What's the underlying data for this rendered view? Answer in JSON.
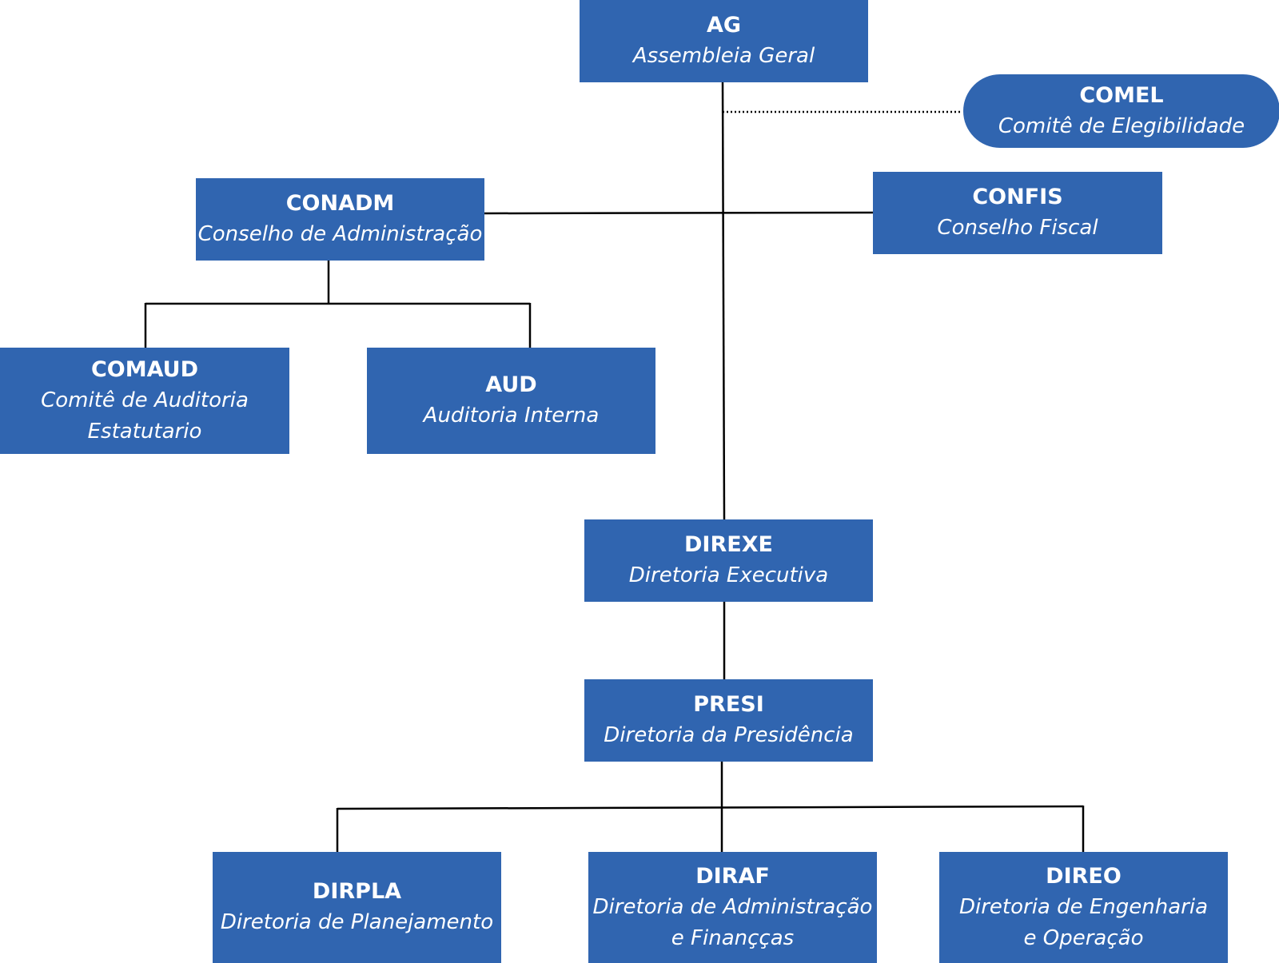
{
  "nodes": [
    {
      "id": "ag",
      "code": "AG",
      "name": "Assembleia Geral"
    },
    {
      "id": "comel",
      "code": "COMEL",
      "name": "Comitê de Elegibilidade"
    },
    {
      "id": "conadm",
      "code": "CONADM",
      "name": "Conselho de Administração"
    },
    {
      "id": "confis",
      "code": "CONFIS",
      "name": "Conselho Fiscal"
    },
    {
      "id": "comaud",
      "code": "COMAUD",
      "name": "Comitê de Auditoria\nEstatutario"
    },
    {
      "id": "aud",
      "code": "AUD",
      "name": "Auditoria Interna"
    },
    {
      "id": "direxe",
      "code": "DIREXE",
      "name": "Diretoria Executiva"
    },
    {
      "id": "presi",
      "code": "PRESI",
      "name": "Diretoria da Presidência"
    },
    {
      "id": "dirpla",
      "code": "DIRPLA",
      "name": "Diretoria de Planejamento"
    },
    {
      "id": "diraf",
      "code": "DIRAF",
      "name": "Diretoria de Administração\ne Finançças"
    },
    {
      "id": "direo",
      "code": "DIREO",
      "name": "Diretoria de Engenharia\ne Operação"
    }
  ],
  "colors": {
    "box": "#3065b0",
    "text": "#ffffff",
    "line": "#000000"
  }
}
